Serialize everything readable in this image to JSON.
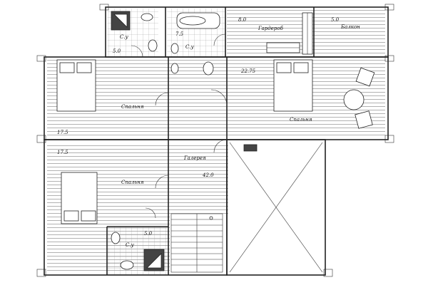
{
  "rooms": {
    "su_top_left": {
      "name": "С.у",
      "area": "5.0"
    },
    "su_top_mid": {
      "name": "С.у",
      "area": "7.5"
    },
    "wardrobe": {
      "name": "Гардероб",
      "area": "8.0"
    },
    "balcony": {
      "name": "Балкон",
      "area": "5.0"
    },
    "bedroom_top_left": {
      "name": "Спальня",
      "area": "17.5"
    },
    "bedroom_right": {
      "name": "Спальня",
      "area": "22.75"
    },
    "bedroom_bottom_left": {
      "name": "Спальня",
      "area": "17.5"
    },
    "gallery": {
      "name": "Галерея",
      "area": "42.0"
    },
    "su_bottom": {
      "name": "С.у",
      "area": "5.0"
    }
  },
  "colors": {
    "line": "#222222",
    "hatch": "#555555",
    "background": "#ffffff"
  }
}
